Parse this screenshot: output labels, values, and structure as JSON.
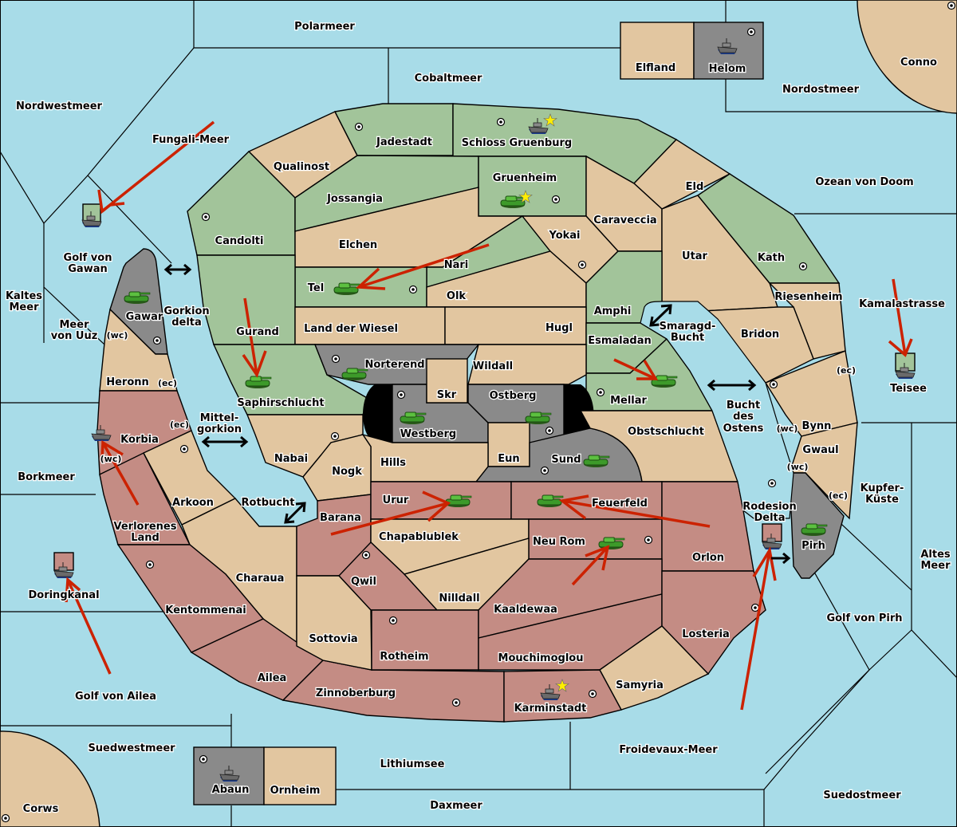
{
  "title": "Diplomacy-style map",
  "colors": {
    "sea": "#a8dce8",
    "neutral": "#e2c6a0",
    "green_power": "#a2c49a",
    "red_power": "#c48c84",
    "gray_power": "#8a8a8a",
    "order_arrow": "#cc2200",
    "star": "#ffee00"
  },
  "seas": [
    {
      "name": "Polarmeer"
    },
    {
      "name": "Cobaltmeer"
    },
    {
      "name": "Nordwestmeer"
    },
    {
      "name": "Fungali-Meer"
    },
    {
      "name": "Nordostmeer"
    },
    {
      "name": "Ozean von Doom"
    },
    {
      "name": "Golf von Gawan"
    },
    {
      "name": "Kaltes Meer"
    },
    {
      "name": "Meer von Uuz"
    },
    {
      "name": "Gorkion delta"
    },
    {
      "name": "Mittel-gorkion"
    },
    {
      "name": "Borkmeer"
    },
    {
      "name": "Rotbucht"
    },
    {
      "name": "Doringkanal"
    },
    {
      "name": "Golf von Ailea"
    },
    {
      "name": "Suedwestmeer"
    },
    {
      "name": "Lithiumsee"
    },
    {
      "name": "Daxmeer"
    },
    {
      "name": "Froidevaux-Meer"
    },
    {
      "name": "Suedostmeer"
    },
    {
      "name": "Golf von Pirh"
    },
    {
      "name": "Altes Meer"
    },
    {
      "name": "Kupfer-Küste"
    },
    {
      "name": "Rodesion Delta"
    },
    {
      "name": "Bucht des Ostens"
    },
    {
      "name": "Smaragd-Bucht"
    },
    {
      "name": "Kamalastrasse"
    },
    {
      "name": "Teisee"
    }
  ],
  "labels": {
    "polarmeer": "Polarmeer",
    "cobaltmeer": "Cobaltmeer",
    "nordwestmeer": "Nordwestmeer",
    "fungali": "Fungali-Meer",
    "nordostmeer": "Nordostmeer",
    "ozean": "Ozean von Doom",
    "gawan1": "Golf von",
    "gawan2": "Gawan",
    "kaltes1": "Kaltes",
    "kaltes2": "Meer",
    "uuz1": "Meer",
    "uuz2": "von Uuz",
    "gorkion1": "Gorkion",
    "gorkion2": "delta",
    "mittel1": "Mittel-",
    "mittel2": "gorkion",
    "borkmeer": "Borkmeer",
    "rotbucht": "Rotbucht",
    "doringkanal": "Doringkanal",
    "ailea_golf": "Golf von Ailea",
    "suedwest": "Suedwestmeer",
    "lithium": "Lithiumsee",
    "daxmeer": "Daxmeer",
    "froidevaux": "Froidevaux-Meer",
    "suedost": "Suedostmeer",
    "pirh_golf": "Golf von Pirh",
    "altes1": "Altes",
    "altes2": "Meer",
    "kupfer1": "Kupfer-",
    "kupfer2": "Küste",
    "rodesion1": "Rodesion",
    "rodesion2": "Delta",
    "bucht1": "Bucht",
    "bucht2": "des",
    "bucht3": "Ostens",
    "smaragd1": "Smaragd-",
    "smaragd2": "Bucht",
    "kamala": "Kamalastrasse",
    "teisee": "Teisee",
    "elfland": "Elfland",
    "helom": "Helom",
    "conno": "Conno",
    "corws": "Corws",
    "abaun": "Abaun",
    "ornheim": "Ornheim",
    "jadestadt": "Jadestadt",
    "schloss": "Schloss Gruenburg",
    "qualinost": "Qualinost",
    "gruenheim": "Gruenheim",
    "jossangia": "Jossangia",
    "eld": "Eld",
    "caraveccia": "Caraveccia",
    "candolti": "Candolti",
    "elchen": "Elchen",
    "yokai": "Yokai",
    "utar": "Utar",
    "kath": "Kath",
    "nari": "Nari",
    "tel": "Tel",
    "olk": "Olk",
    "amphi": "Amphi",
    "riesenheim": "Riesenheim",
    "gawar": "Gawar",
    "gurand": "Gurand",
    "landwiesel": "Land der Wiesel",
    "hugl": "Hugl",
    "esmaladan": "Esmaladan",
    "bridon": "Bridon",
    "norterend": "Norterend",
    "wildall": "Wildall",
    "skr": "Skr",
    "heronn": "Heronn",
    "saphir": "Saphirschlucht",
    "ostberg": "Ostberg",
    "mellar": "Mellar",
    "westberg": "Westberg",
    "obst": "Obstschlucht",
    "bynn": "Bynn",
    "korbia": "Korbia",
    "eun": "Eun",
    "sund": "Sund",
    "gwaul": "Gwaul",
    "nabai": "Nabai",
    "hills": "Hills",
    "nogk": "Nogk",
    "arkoon": "Arkoon",
    "barana": "Barana",
    "urur": "Urur",
    "feuerfeld": "Feuerfeld",
    "verlorenes1": "Verlorenes",
    "verlorenes2": "Land",
    "chapa": "Chapablublek",
    "neurom": "Neu Rom",
    "orlon": "Orlon",
    "pirh": "Pirh",
    "charaua": "Charaua",
    "qwil": "Qwil",
    "nilldall": "Nilldall",
    "kentommenai": "Kentommenai",
    "kaaldewaa": "Kaaldewaa",
    "sottovia": "Sottovia",
    "rotheim": "Rotheim",
    "losteria": "Losteria",
    "mouchi": "Mouchimoglou",
    "samyria": "Samyria",
    "ailea": "Ailea",
    "zinnoberburg": "Zinnoberburg",
    "karminstadt": "Karminstadt",
    "wc": "(wc)",
    "ec": "(ec)"
  },
  "units": {
    "armies": [
      "Gruenheim",
      "Tel",
      "Gawar",
      "Saphirschlucht",
      "Norterend",
      "Westberg",
      "Ostberg",
      "Sund",
      "Mellar",
      "Urur",
      "Feuerfeld",
      "Neu Rom",
      "Pirh"
    ],
    "fleets": [
      "Schloss Gruenburg",
      "Helom",
      "Golf von Gawan",
      "Korbia (wc)",
      "Doringkanal",
      "Teisee",
      "Rodesion Delta",
      "Karminstadt",
      "Abaun"
    ]
  },
  "home_stars": [
    "Schloss Gruenburg",
    "Gruenheim",
    "Karminstadt"
  ]
}
